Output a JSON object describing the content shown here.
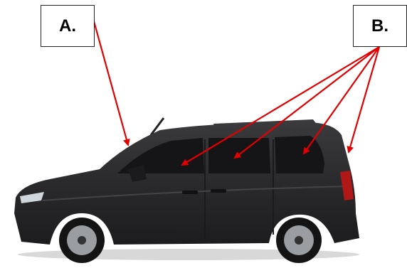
{
  "labels": {
    "a": "A.",
    "b": "B."
  },
  "colors": {
    "arrow": "#e00000",
    "car_body": "#2b2b2d",
    "glass": "#151517"
  },
  "illustration": "car-illustration"
}
